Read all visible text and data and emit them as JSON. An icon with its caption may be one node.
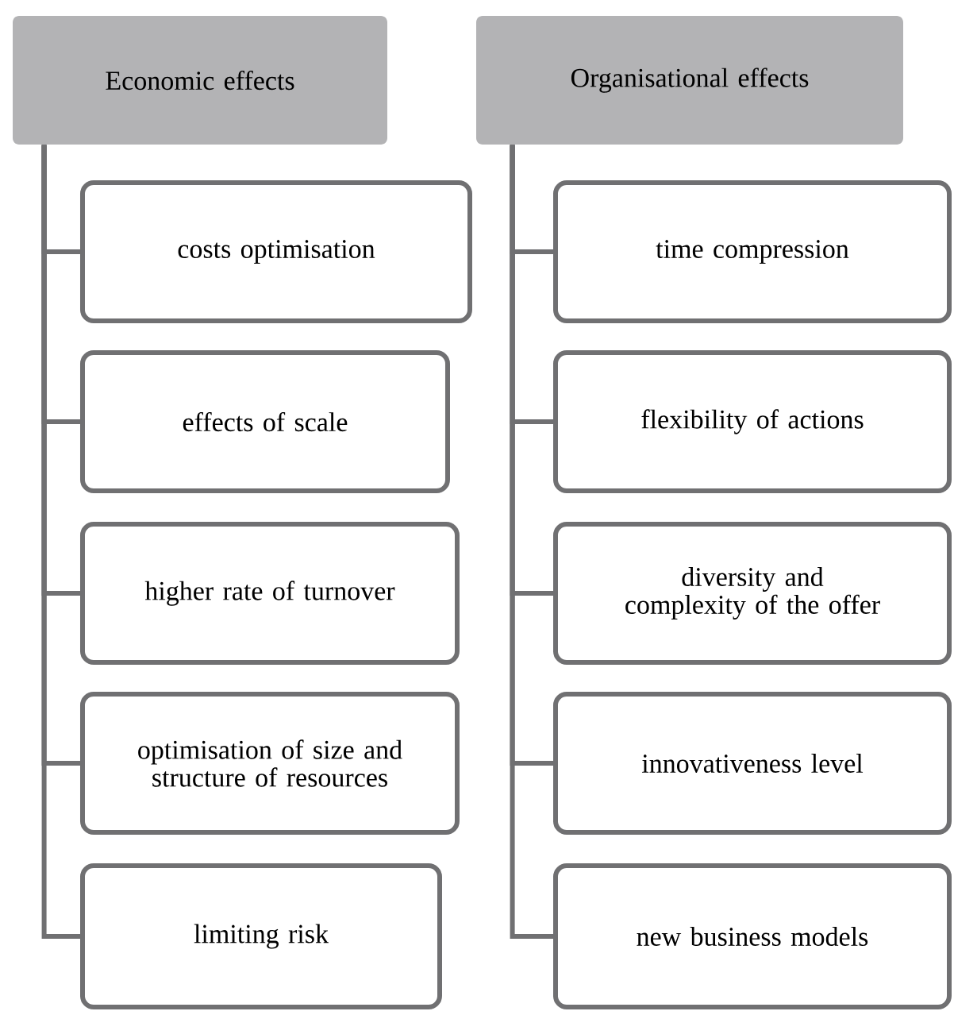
{
  "diagram": {
    "nodes": [
      {
        "text": [
          "Economic effects"
        ]
      },
      {
        "text": [
          "costs optimisation"
        ]
      },
      {
        "text": [
          "effects of scale"
        ]
      },
      {
        "text": [
          "higher rate of turnover"
        ]
      },
      {
        "text": [
          "optimisation of size and structure of resources"
        ]
      },
      {
        "text": [
          "limiting risk"
        ]
      },
      {
        "text": [
          "Organisational effects"
        ]
      },
      {
        "text": [
          "time compression"
        ]
      },
      {
        "text": [
          "flexibility of actions"
        ]
      },
      {
        "text": [
          "diversity and complexity of the offer"
        ]
      },
      {
        "text": [
          "innovativeness level"
        ]
      },
      {
        "text": [
          "new business models"
        ]
      }
    ],
    "edges": [
      {
        "from": 0,
        "to": 1,
        "arrow": "none"
      },
      {
        "from": 0,
        "to": 2,
        "arrow": "none"
      },
      {
        "from": 0,
        "to": 3,
        "arrow": "none"
      },
      {
        "from": 0,
        "to": 4,
        "arrow": "none"
      },
      {
        "from": 0,
        "to": 5,
        "arrow": "none"
      },
      {
        "from": 6,
        "to": 7,
        "arrow": "none"
      },
      {
        "from": 6,
        "to": 8,
        "arrow": "none"
      },
      {
        "from": 6,
        "to": 9,
        "arrow": "none"
      },
      {
        "from": 6,
        "to": 10,
        "arrow": "none"
      },
      {
        "from": 6,
        "to": 11,
        "arrow": "none"
      }
    ]
  }
}
